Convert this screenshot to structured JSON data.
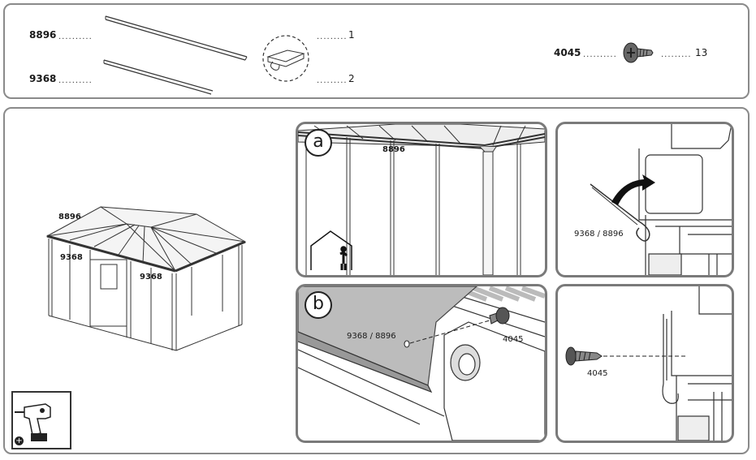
{
  "parts_box": {
    "part_a": {
      "code": "8896",
      "qty": "1"
    },
    "part_b": {
      "code": "9368",
      "qty": "2"
    },
    "screw": {
      "code": "4045",
      "qty": "13"
    },
    "leader": "................"
  },
  "overview": {
    "label_top": "8896",
    "label_left": "9368",
    "label_front": "9368"
  },
  "panel_a": {
    "letter": "a",
    "label": "8896"
  },
  "panel_right_top": {
    "label": "9368 / 8896"
  },
  "panel_b": {
    "letter": "b",
    "label_part": "9368 / 8896",
    "label_screw": "4045"
  },
  "panel_right_bottom": {
    "label": "4045"
  },
  "icons": {
    "drill": "drill-icon",
    "plus": "plus-icon",
    "person": "person-icon",
    "screw": "screw-icon",
    "arrow": "curved-arrow-icon"
  }
}
